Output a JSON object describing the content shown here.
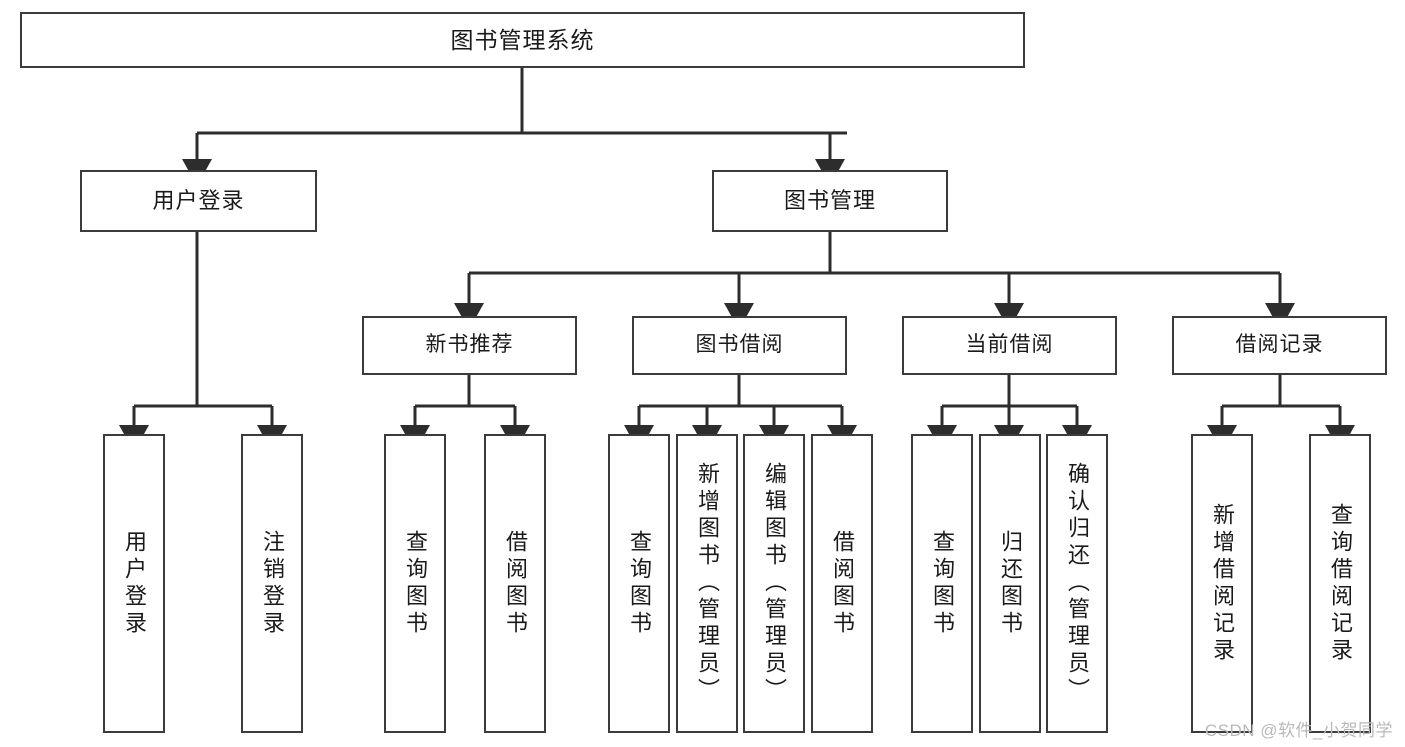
{
  "diagram": {
    "title": "图书管理系统",
    "type": "tree-hierarchy-chart",
    "line_color": "#3b3b3b",
    "box_fill": "#ffffff",
    "text_color": "#1a1a1a",
    "watermark": "CSDN @软件_小贺同学",
    "nodes": {
      "root": {
        "label": "图书管理系统"
      },
      "tier2": [
        {
          "label": "用户登录"
        },
        {
          "label": "图书管理"
        }
      ],
      "tier3": [
        {
          "label": "新书推荐"
        },
        {
          "label": "图书借阅"
        },
        {
          "label": "当前借阅"
        },
        {
          "label": "借阅记录"
        }
      ],
      "leaves": {
        "user_login": [
          {
            "label": "用户登录"
          },
          {
            "label": "注销登录"
          }
        ],
        "new_book_recommend": [
          {
            "label": "查询图书"
          },
          {
            "label": "借阅图书"
          }
        ],
        "book_borrow": [
          {
            "label": "查询图书"
          },
          {
            "label": "新增图书（管理员）"
          },
          {
            "label": "编辑图书（管理员）"
          },
          {
            "label": "借阅图书"
          }
        ],
        "current_borrow": [
          {
            "label": "查询图书"
          },
          {
            "label": "归还图书"
          },
          {
            "label": "确认归还（管理员）"
          }
        ],
        "borrow_record": [
          {
            "label": "新增借阅记录"
          },
          {
            "label": "查询借阅记录"
          }
        ]
      }
    }
  }
}
